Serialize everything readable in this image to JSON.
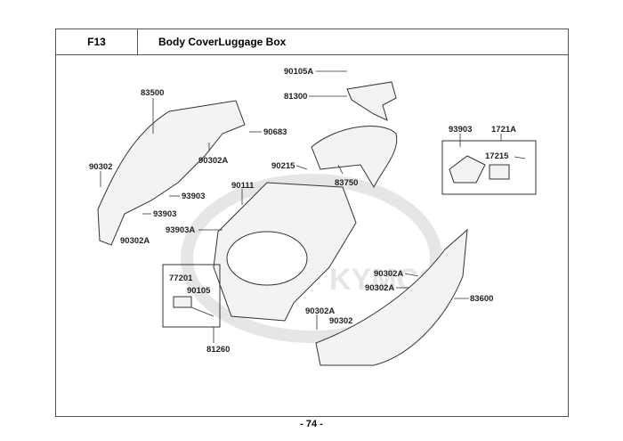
{
  "header": {
    "code": "F13",
    "title": "Body CoverLuggage Box"
  },
  "footer": {
    "page": "- 74 -"
  },
  "watermark": "KYMCO",
  "labels": [
    "90105A",
    "81300",
    "83500",
    "90683",
    "90302",
    "90302A",
    "90215",
    "83750",
    "90111",
    "93903",
    "93903",
    "93903A",
    "90302A",
    "93903",
    "1721A",
    "17215",
    "77201",
    "90105",
    "81260",
    "90302A",
    "90302A",
    "83600",
    "90302A",
    "90302"
  ]
}
